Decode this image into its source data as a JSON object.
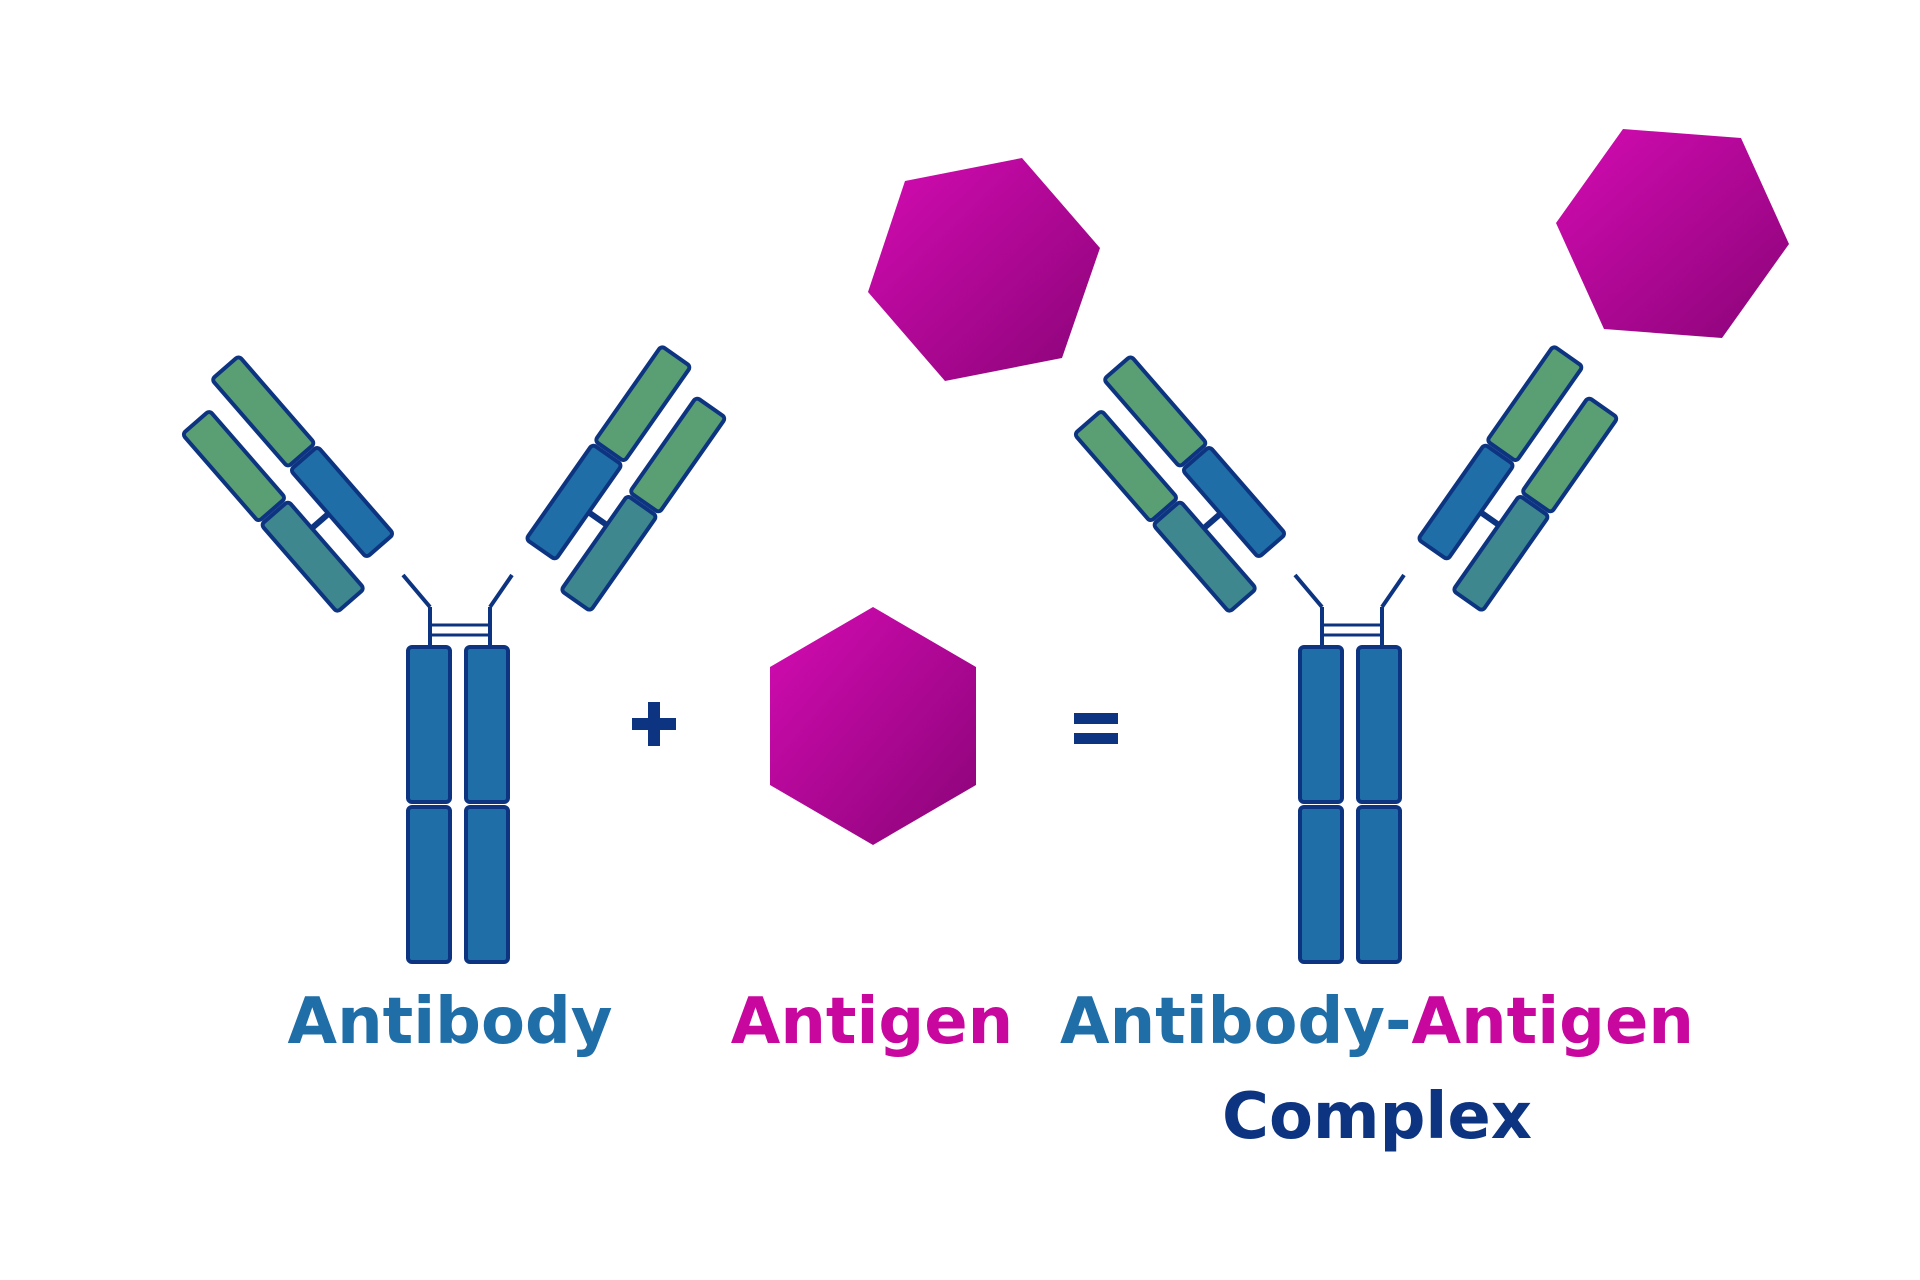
{
  "labels": {
    "antibody": "Antibody",
    "antigen": "Antigen",
    "complex_part1": "Antibody-",
    "complex_part2": "Antigen",
    "complex_line2": "Complex"
  },
  "operators": {
    "plus": "+",
    "equals": "="
  },
  "colors": {
    "antibody_blue": "#1f6ea8",
    "antigen_magenta": "#c8079f",
    "text_navy": "#0d3480",
    "light_chain_green": "#5a9e74",
    "outline_navy": "#0d3480",
    "teal_constant": "#3f878e"
  }
}
